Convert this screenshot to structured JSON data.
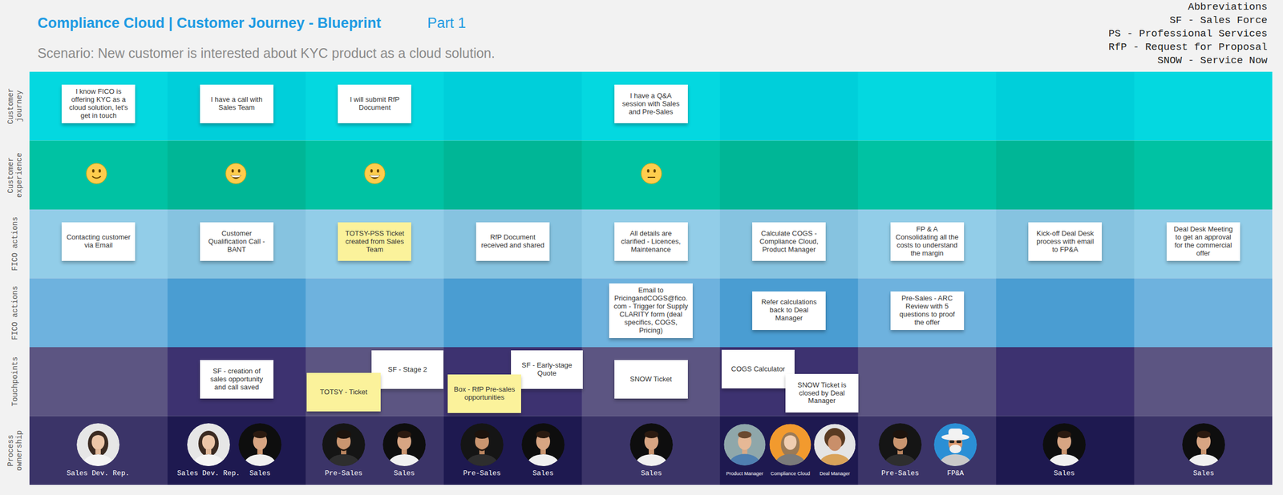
{
  "diagram": {
    "title": "Compliance Cloud | Customer Journey - Blueprint",
    "caption": "Scenario: New customer is interested about KYC product as a cloud solution.",
    "nodes": [
      {
        "text": [
          "Customer journey"
        ]
      },
      {
        "text": [
          "Customer experience"
        ]
      },
      {
        "text": [
          "FICO actions"
        ]
      },
      {
        "text": [
          "FICO actions"
        ]
      },
      {
        "text": [
          "Touchpoints"
        ]
      },
      {
        "text": [
          "Process ownership"
        ]
      },
      {
        "text": [
          "I know FICO is offering KYC as a cloud solution, let's get in touch"
        ],
        "in": 0
      },
      {
        "text": [
          "I have a call with Sales Team"
        ],
        "in": 0
      },
      {
        "text": [
          "I will submit RfP Document"
        ],
        "in": 0
      },
      {
        "text": [
          "I have a Q&A session with Sales and Pre-Sales"
        ],
        "in": 0
      },
      {
        "text": [
          "Contacting customer via Email"
        ],
        "in": 2
      },
      {
        "text": [
          "Customer Qualification Call - BANT"
        ],
        "in": 2
      },
      {
        "text": [
          "TOTSY-PSS Ticket created from Sales Team"
        ],
        "in": 2
      },
      {
        "text": [
          "RfP Document received and shared"
        ],
        "in": 2
      },
      {
        "text": [
          "All details are clarified - Licences, Maintenance"
        ],
        "in": 2
      },
      {
        "text": [
          "Calculate COGS - Compliance Cloud, Product Manager"
        ],
        "in": 2
      },
      {
        "text": [
          "FP & A Consolidating all the costs to understand the margin"
        ],
        "in": 2
      },
      {
        "text": [
          "Kick-off Deal Desk process with email to FP&A"
        ],
        "in": 2
      },
      {
        "text": [
          "Deal Desk Meeting to get an approval for the commercial offer"
        ],
        "in": 2
      },
      {
        "text": [
          "Email to PricingandCOGS@fico.com - Trigger for Supply CLARITY form (deal specifics, COGS, Pricing)"
        ],
        "in": 3
      },
      {
        "text": [
          "Refer calculations back to Deal Manager"
        ],
        "in": 3
      },
      {
        "text": [
          "Pre-Sales - ARC Review with 5 questions to proof the offer"
        ],
        "in": 3
      },
      {
        "text": [
          "SF - creation of sales opportunity and call saved"
        ],
        "in": 4
      },
      {
        "text": [
          "SF - Stage 2"
        ],
        "in": 4
      },
      {
        "text": [
          "TOTSY - Ticket"
        ],
        "in": 4
      },
      {
        "text": [
          "SF - Early-stage Quote"
        ],
        "in": 4
      },
      {
        "text": [
          "Box - RfP Pre-sales opportunities"
        ],
        "in": 4
      },
      {
        "text": [
          "SNOW Ticket"
        ],
        "in": 4
      },
      {
        "text": [
          "COGS Calculator"
        ],
        "in": 4
      },
      {
        "text": [
          "SNOW Ticket is closed by Deal Manager"
        ],
        "in": 4
      }
    ],
    "labels": [
      "Part 1",
      "Abbreviations",
      "SF - Sales Force",
      "PS - Professional Services",
      "RfP - Request for Proposal",
      "SNOW - Service Now",
      "Sales Dev. Rep.",
      "Sales Dev. Rep.",
      "Sales",
      "Pre-Sales",
      "Sales",
      "Pre-Sales",
      "Sales",
      "Sales",
      "Product Manager",
      "Compliance Cloud",
      "Deal Manager",
      "Pre-Sales",
      "FP&A",
      "Sales",
      "Sales"
    ]
  }
}
